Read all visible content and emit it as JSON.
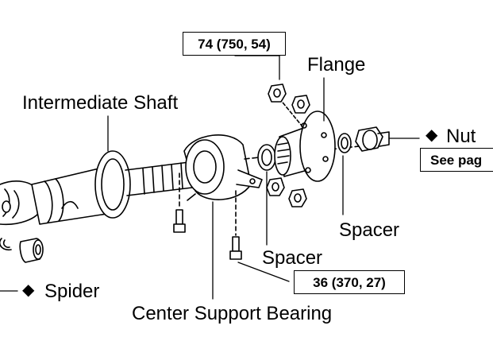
{
  "labels": {
    "intermediate_shaft": "Intermediate Shaft",
    "flange": "Flange",
    "nut": "Nut",
    "spacer_right": "Spacer",
    "spacer_center": "Spacer",
    "spider": "Spider",
    "center_support_bearing": "Center Support Bearing"
  },
  "callouts": {
    "torque_top": "74 (750, 54)",
    "torque_bottom": "36 (370, 27)",
    "see_page": "See pag"
  },
  "markers": {
    "nut_marker": "◆",
    "spider_marker": "◆"
  }
}
